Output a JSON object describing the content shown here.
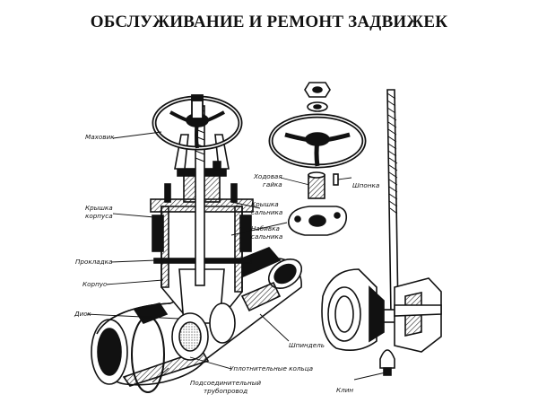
{
  "title": "ОБСЛУЖИВАНИЕ И РЕМОНТ ЗАДВИЖЕК",
  "labels": {
    "handwheel": "Маховик",
    "bonnet_1": "Крышка",
    "bonnet_2": "корпуса",
    "gasket": "Прокладка",
    "body": "Корпус",
    "disc": "Диск",
    "pipe_1": "Подсоединительный",
    "pipe_2": "трубопровод",
    "sealing_rings": "Уплотнительные кольца",
    "spindle": "Шпиндель",
    "stem_nut_1": "Ходовая",
    "stem_nut_2": "гайка",
    "key": "Шпонка",
    "gland_cover_1": "Крышка",
    "gland_cover_2": "сальника",
    "packing_1": "Набивка",
    "packing_2": "сальника",
    "wedge": "Клин"
  }
}
